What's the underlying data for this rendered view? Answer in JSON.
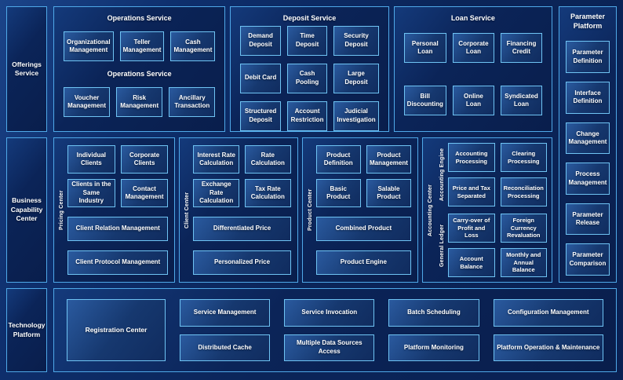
{
  "palette": {
    "background": "#0b2559",
    "panel_fill": "#0b2458",
    "panel_border": "#4fa9e9",
    "box_fill": "#16386f",
    "box_border": "#6fc4f4",
    "text": "#ffffff"
  },
  "sidebars": {
    "offerings": "Offerings Service",
    "business_capability": "Business Capability Center",
    "technology": "Technology Platform"
  },
  "operations": {
    "title": "Operations Service",
    "mid_label": "Operations Service",
    "boxes": [
      "Organizational Management",
      "Teller Management",
      "Cash Management",
      "Voucher Management",
      "Risk Management",
      "Ancillary Transaction"
    ]
  },
  "deposit": {
    "title": "Deposit Service",
    "boxes": [
      "Demand Deposit",
      "Time Deposit",
      "Security Deposit",
      "Debit Card",
      "Cash Pooling",
      "Large Deposit",
      "Structured Deposit",
      "Account Restriction",
      "Judicial Investigation"
    ]
  },
  "loan": {
    "title": "Loan Service",
    "boxes": [
      "Personal Loan",
      "Corporate Loan",
      "Financing Credit",
      "Bill Discounting",
      "Online Loan",
      "Syndicated Loan"
    ]
  },
  "parameter_platform": {
    "title": "Parameter Platform",
    "boxes": [
      "Parameter Definition",
      "Interface Definition",
      "Change Management",
      "Process Management",
      "Parameter Release",
      "Parameter Comparison"
    ]
  },
  "pricing_center": {
    "label": "Pricing Center",
    "boxes": [
      "Individual Clients",
      "Corporate Clients",
      "Clients in the Same Industry",
      "Contact Management"
    ],
    "wide_boxes": [
      "Client Relation Management",
      "Client Protocol Management"
    ]
  },
  "client_center": {
    "label": "Client Center",
    "boxes": [
      "Interest Rate Calculation",
      "Rate Calculation",
      "Exchange Rate Calculation",
      "Tax Rate Calculation"
    ],
    "wide_boxes": [
      "Differentiated Price",
      "Personalized Price"
    ]
  },
  "product_center": {
    "label": "Product Center",
    "boxes": [
      "Product Definition",
      "Product Management",
      "Basic Product",
      "Salable Product"
    ],
    "wide_boxes": [
      "Combined Product",
      "Product Engine"
    ]
  },
  "accounting_center": {
    "label": "Accounting Center",
    "groups": [
      {
        "label": "Accounting Engine",
        "boxes": [
          "Accounting Processing",
          "Clearing Processing",
          "Price and Tax Separated",
          "Reconciliation Processing"
        ]
      },
      {
        "label": "General Ledger",
        "boxes": [
          "Carry-over of Profit and Loss",
          "Foreign Currency Revaluation",
          "Account Balance",
          "Monthly and Annual Balance"
        ]
      }
    ]
  },
  "technology_platform": {
    "registration": "Registration Center",
    "columns": [
      [
        "Service Management",
        "Distributed Cache"
      ],
      [
        "Service Invocation",
        "Multiple Data Sources Access"
      ],
      [
        "Batch Scheduling",
        "Platform Monitoring"
      ],
      [
        "Configuration Management",
        "Platform Operation & Maintenance"
      ]
    ]
  }
}
